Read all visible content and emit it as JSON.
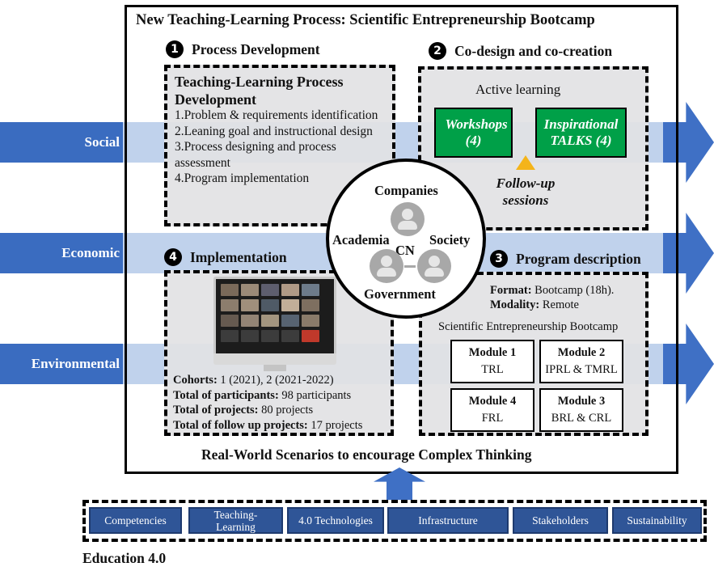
{
  "title": "New Teaching-Learning Process: Scientific Entrepreneurship Bootcamp",
  "dimensions": [
    "Social",
    "Economic",
    "Environmental"
  ],
  "quadrants": {
    "process_development": {
      "number": "1",
      "heading": "Process Development",
      "box_title": "Teaching-Learning Process Development",
      "steps": [
        "1.Problem & requirements identification",
        "2.Leaning goal and instructional design",
        "3.Process designing and process assessment",
        "4.Program implementation"
      ]
    },
    "codesign": {
      "number": "2",
      "heading": "Co-design and co-creation",
      "active_learning": "Active learning",
      "workshops": "Workshops (4)",
      "talks": "Inspirational TALKS (4)",
      "followup": "Follow-up sessions"
    },
    "program": {
      "number": "3",
      "heading": "Program description",
      "format_label": "Format:",
      "format_value": "Bootcamp (18h).",
      "modality_label": "Modality:",
      "modality_value": "Remote",
      "bootcamp_title": "Scientific Entrepreneurship Bootcamp",
      "modules": [
        {
          "name": "Module 1",
          "value": "TRL"
        },
        {
          "name": "Module 2",
          "value": "IPRL & TMRL"
        },
        {
          "name": "Module 4",
          "value": "FRL"
        },
        {
          "name": "Module 3",
          "value": "BRL & CRL"
        }
      ]
    },
    "implementation": {
      "number": "4",
      "heading": "Implementation",
      "cohorts_label": "Cohorts:",
      "cohorts_value": "1 (2021), 2 (2021-2022)",
      "participants_label": "Total of participants:",
      "participants_value": "98 participants",
      "projects_label": "Total of projects:",
      "projects_value": "80 projects",
      "followup_label": "Total of follow up projects:",
      "followup_value": "17 projects"
    }
  },
  "center": {
    "top": "Companies",
    "left": "Academia",
    "right": "Society",
    "bottom": "Government",
    "middle": "CN"
  },
  "bottom_caption": "Real-World Scenarios to encourage Complex Thinking",
  "education": {
    "label": "Education 4.0",
    "items": [
      "Competencies",
      "Teaching-Learning",
      "4.0 Technologies",
      "Infrastructure",
      "Stakeholders",
      "Sustainability"
    ]
  },
  "colors": {
    "band_light": "#c0d2ec",
    "band_dark": "#3a6cc0",
    "green": "#00a048",
    "chip": "#2f5597",
    "triangle": "#f4b41a"
  }
}
